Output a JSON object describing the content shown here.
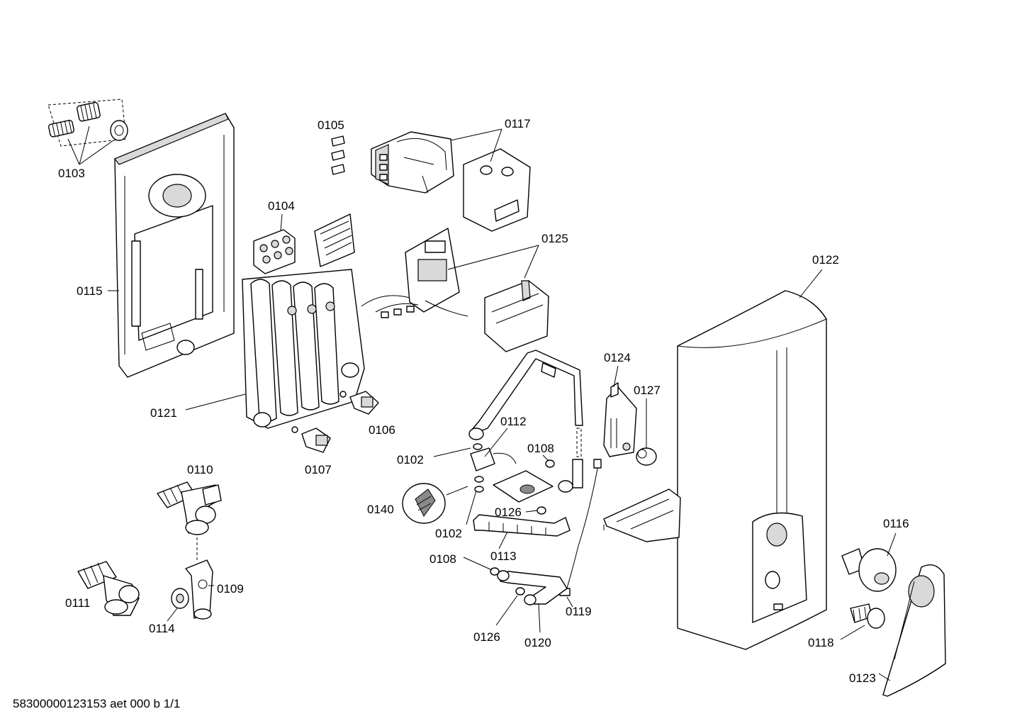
{
  "diagram": {
    "footer": "58300000123153 aet 000 b 1/1",
    "labels": {
      "p0103": "0103",
      "p0105": "0105",
      "p0117": "0117",
      "p0104": "0104",
      "p0125": "0125",
      "p0115": "0115",
      "p0122": "0122",
      "p0124": "0124",
      "p0127": "0127",
      "p0121": "0121",
      "p0112": "0112",
      "p0106": "0106",
      "p0108a": "0108",
      "p0102a": "0102",
      "p0110": "0110",
      "p0107": "0107",
      "p0140": "0140",
      "p0126a": "0126",
      "p0102b": "0102",
      "p0116": "0116",
      "p0113": "0113",
      "p0108b": "0108",
      "p0109": "0109",
      "p0111": "0111",
      "p0119": "0119",
      "p0114": "0114",
      "p0126b": "0126",
      "p0120": "0120",
      "p0118": "0118",
      "p0123": "0123"
    }
  }
}
